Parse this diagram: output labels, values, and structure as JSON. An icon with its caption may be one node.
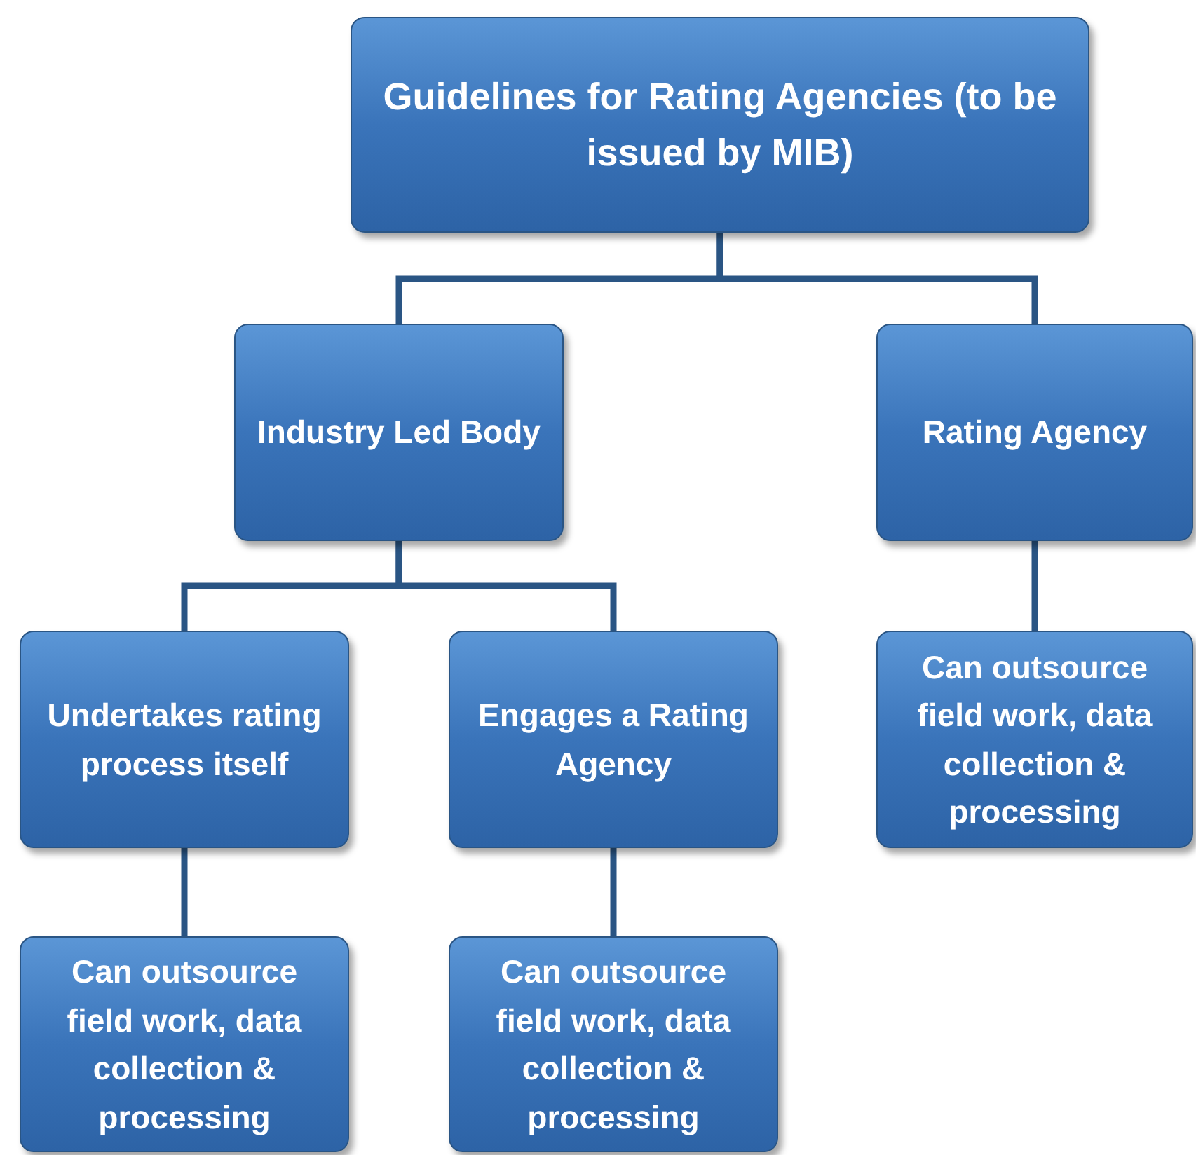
{
  "diagram": {
    "nodes": [
      {
        "text": [
          "Guidelines for Rating Agencies (to be issued by MIB)"
        ]
      },
      {
        "text": [
          "Industry Led Body"
        ]
      },
      {
        "text": [
          "Rating Agency"
        ]
      },
      {
        "text": [
          "Undertakes rating  process itself"
        ]
      },
      {
        "text": [
          "Engages a Rating Agency"
        ]
      },
      {
        "text": [
          "Can outsource field work, data collection & processing"
        ]
      },
      {
        "text": [
          "Can outsource field work, data collection & processing"
        ]
      },
      {
        "text": [
          "Can outsource field work, data collection & processing"
        ]
      }
    ],
    "edges": [
      {
        "from": 0,
        "to": 1,
        "arrow": "none"
      },
      {
        "from": 0,
        "to": 2,
        "arrow": "none"
      },
      {
        "from": 1,
        "to": 3,
        "arrow": "none"
      },
      {
        "from": 1,
        "to": 4,
        "arrow": "none"
      },
      {
        "from": 2,
        "to": 5,
        "arrow": "none"
      },
      {
        "from": 3,
        "to": 6,
        "arrow": "none"
      },
      {
        "from": 4,
        "to": 7,
        "arrow": "none"
      }
    ]
  }
}
